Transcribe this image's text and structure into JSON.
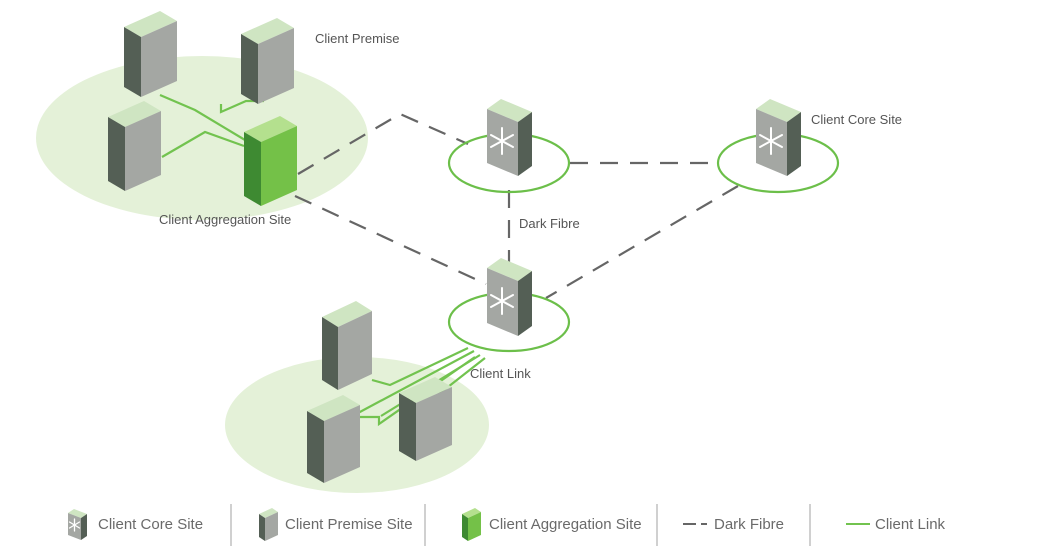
{
  "labels": {
    "client_premise": "Client Premise",
    "client_core_site": "Client Core Site",
    "client_aggregation_site": "Client Aggregation Site",
    "dark_fibre": "Dark Fibre",
    "client_link": "Client Link"
  },
  "legend": {
    "core": "Client Core Site",
    "premise": "Client Premise Site",
    "aggregation": "Client Aggregation Site",
    "dark_fibre": "Dark Fibre",
    "client_link": "Client Link"
  },
  "colors": {
    "zone_fill": "#e4f1d8",
    "ring": "#6cbf4a",
    "client_link": "#72c34f",
    "dark_fibre": "#666666",
    "server_front": "#a4a7a3",
    "server_side": "#545f55",
    "server_top": "#cfe5c2",
    "aggregation_front": "#74c148",
    "aggregation_side": "#3e8a32",
    "aggregation_top": "#b4e08e",
    "divider": "#a0a0a0"
  }
}
